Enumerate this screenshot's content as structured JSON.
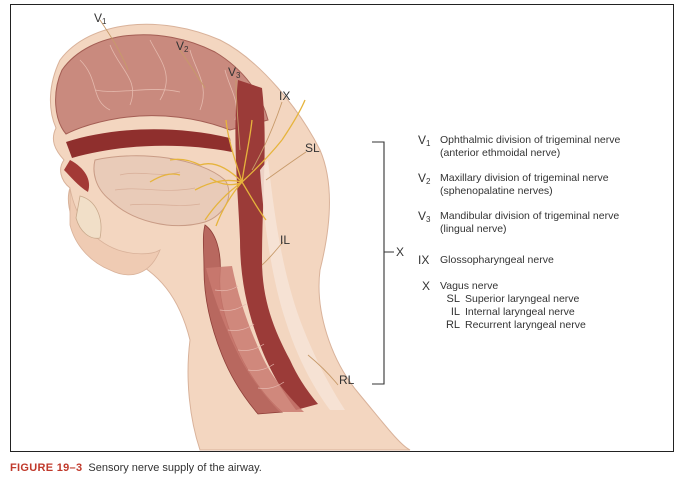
{
  "diagram": {
    "labels": {
      "v1": {
        "main": "V",
        "sub": "1"
      },
      "v2": {
        "main": "V",
        "sub": "2"
      },
      "v3": {
        "main": "V",
        "sub": "3"
      },
      "ix": "IX",
      "sl": "SL",
      "il": "IL",
      "rl": "RL",
      "x": "X"
    }
  },
  "legend": {
    "items": [
      {
        "code": "V",
        "sub": "1",
        "line1": "Ophthalmic division of trigeminal nerve",
        "line2": "(anterior ethmoidal nerve)"
      },
      {
        "code": "V",
        "sub": "2",
        "line1": "Maxillary division of trigeminal nerve",
        "line2": "(sphenopalatine nerves)"
      },
      {
        "code": "V",
        "sub": "3",
        "line1": "Mandibular division of trigeminal nerve",
        "line2": "(lingual nerve)"
      },
      {
        "code": "IX",
        "sub": "",
        "line1": "Glossopharyngeal nerve",
        "line2": ""
      },
      {
        "code": "X",
        "sub": "",
        "line1": "Vagus nerve",
        "line2": ""
      }
    ],
    "vagus_branches": [
      {
        "code": "SL",
        "text": "Superior laryngeal nerve"
      },
      {
        "code": "IL",
        "text": "Internal laryngeal nerve"
      },
      {
        "code": "RL",
        "text": "Recurrent laryngeal nerve"
      }
    ]
  },
  "caption": {
    "figure": "FIGURE 19–3",
    "text": "Sensory nerve supply of the airway."
  },
  "colors": {
    "skin": "#f3d6c0",
    "muscle": "#b55a52",
    "mucosa": "#9b3b38",
    "nerve": "#e6b43c",
    "frame": "#222222"
  }
}
